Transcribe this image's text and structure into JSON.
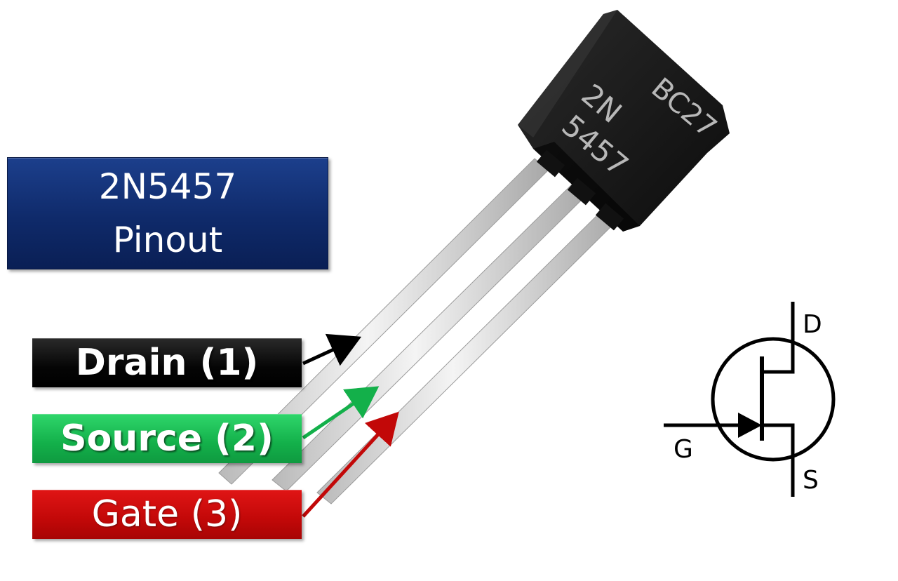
{
  "title": {
    "line1": "2N5457",
    "line2": "Pinout"
  },
  "package_marking": {
    "line1": "BC27",
    "line2": "2N",
    "line3": "5457"
  },
  "pins": {
    "drain": "Drain (1)",
    "source": "Source (2)",
    "gate": "Gate (3)"
  },
  "symbol": {
    "drain_letter": "D",
    "source_letter": "S",
    "gate_letter": "G"
  },
  "colors": {
    "drain": "#000000",
    "source": "#13b04a",
    "gate": "#c20808",
    "title_bg": "#0f2a6a"
  }
}
